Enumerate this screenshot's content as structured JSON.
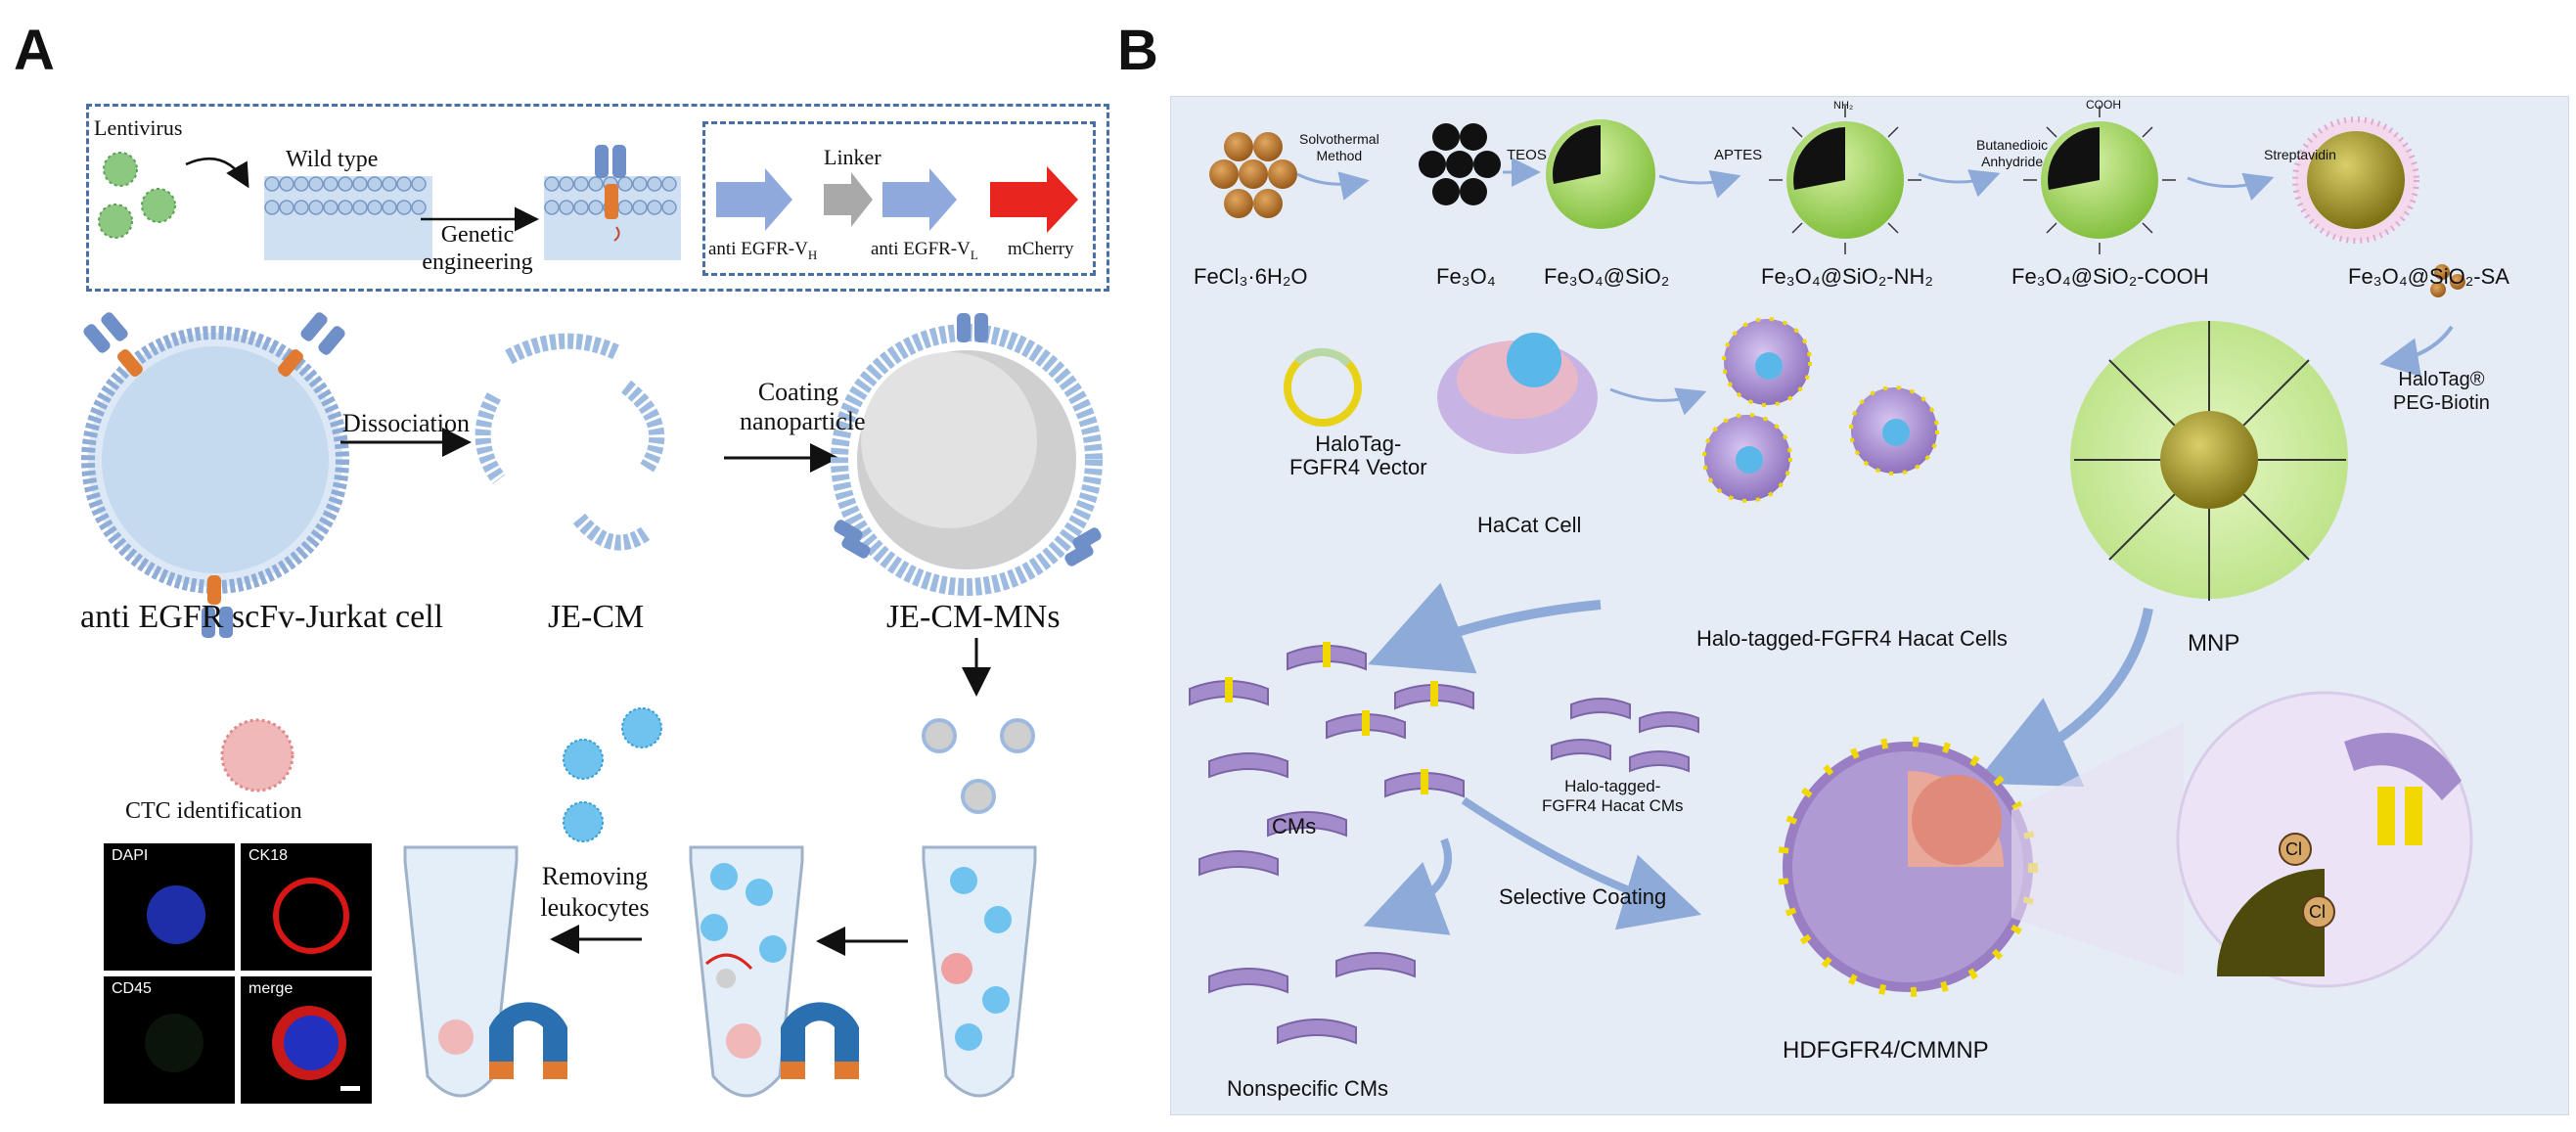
{
  "panel_a": {
    "letter": "A",
    "lentivirus": "Lentivirus",
    "wild_type": "Wild type",
    "genetic_engineering_line1": "Genetic",
    "genetic_engineering_line2": "engineering",
    "linker": "Linker",
    "construct": {
      "vh": "anti EGFR-V",
      "vh_sub": "H",
      "vl": "anti EGFR-V",
      "vl_sub": "L",
      "mcherry": "mCherry"
    },
    "dissociation": "Dissociation",
    "coating_line1": "Coating",
    "coating_line2": "nanoparticle",
    "jurkat_cell": "anti EGFR scFv-Jurkat cell",
    "je_cm": "JE-CM",
    "je_cm_mns": "JE-CM-MNs",
    "ctc_identification": "CTC identification",
    "removing_line1": "Removing",
    "removing_line2": "leukocytes",
    "micro": {
      "dapi": "DAPI",
      "ck18": "CK18",
      "cd45": "CD45",
      "merge": "merge"
    },
    "colors": {
      "membrane": "#a9c3e6",
      "receptor": "#6f8fc9",
      "linker_orange": "#e07a30",
      "mcherry": "#e8251e",
      "dashed_box": "#4a6fa8"
    }
  },
  "panel_b": {
    "letter": "B",
    "steps": {
      "solvothermal_line1": "Solvothermal",
      "solvothermal_line2": "Method",
      "teos": "TEOS",
      "aptes": "APTES",
      "butanedioic_line1": "Butanedioic",
      "butanedioic_line2": "Anhydride",
      "streptavidin": "Streptavidin"
    },
    "labels": {
      "fecl3": "FeCl₃·6H₂O",
      "fe3o4": "Fe₃O₄",
      "fe3o4_sio2": "Fe₃O₄@SiO₂",
      "fe3o4_sio2_nh2": "Fe₃O₄@SiO₂-NH₂",
      "fe3o4_sio2_cooh": "Fe₃O₄@SiO₂-COOH",
      "fe3o4_sio2_sa": "Fe₃O₄@SiO₂-SA",
      "halotag_vector_line1": "HaloTag-",
      "halotag_vector_line2": "FGFR4 Vector",
      "hacat_cell": "HaCat Cell",
      "halo_tagged_cells": "Halo-tagged-FGFR4 Hacat Cells",
      "halotag_peg_line1": "HaloTag®",
      "halotag_peg_line2": "PEG-Biotin",
      "mnp": "MNP",
      "cms": "CMs",
      "halo_cms_line1": "Halo-tagged-",
      "halo_cms_line2": "FGFR4 Hacat CMs",
      "selective_coating": "Selective Coating",
      "nonspecific_cms": "Nonspecific CMs",
      "hdfgfr4": "HDFGFR4/CMMNP",
      "cl": "Cl",
      "nh2": "NH₂",
      "cooh": "COOH"
    },
    "colors": {
      "background": "#e6ecf6",
      "sphere_green": "#a8d86a",
      "core_gold": "#a89a2c",
      "membrane_purple": "#9a7ec4",
      "receptor_yellow": "#f0d800",
      "arrow_blue": "#9fb6de"
    }
  }
}
